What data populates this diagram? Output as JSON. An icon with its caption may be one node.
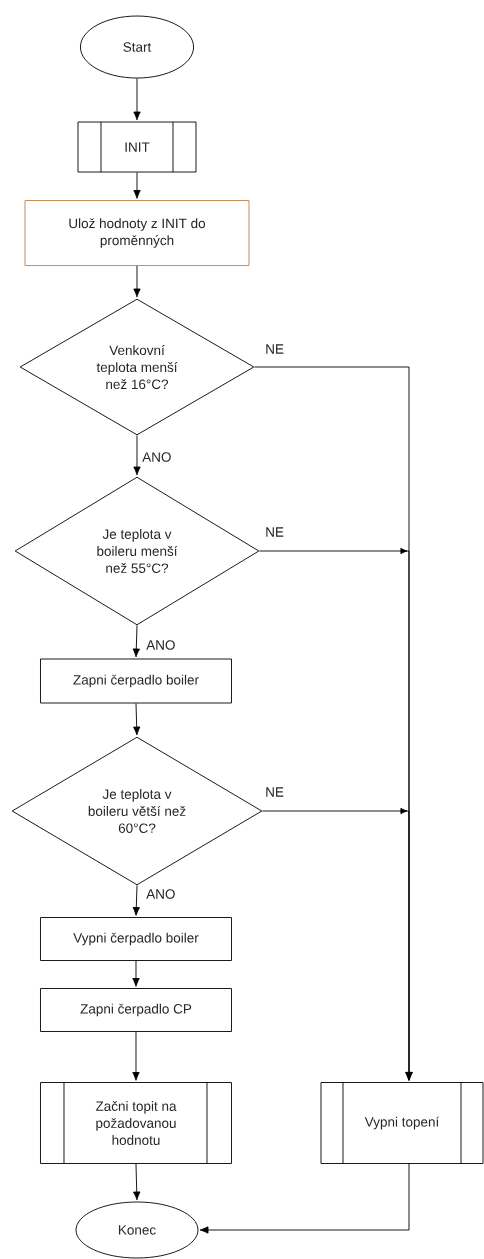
{
  "diagram": {
    "nodes": [
      {
        "text": [
          "Start"
        ]
      },
      {
        "text": [
          "INIT"
        ]
      },
      {
        "text": [
          "Ulož hodnoty z INIT do proměnných"
        ]
      },
      {
        "text": [
          "Venkovní teplota menší než 16°C?"
        ]
      },
      {
        "text": [
          "Je teplota v boileru menší než 55°C?"
        ]
      },
      {
        "text": [
          "Zapni čerpadlo boiler"
        ]
      },
      {
        "text": [
          "Je teplota v boileru větší než 60°C?"
        ]
      },
      {
        "text": [
          "Vypni čerpadlo boiler"
        ]
      },
      {
        "text": [
          "Zapni čerpadlo CP"
        ]
      },
      {
        "text": [
          "Začni topit na požadovanou hodnotu"
        ]
      },
      {
        "text": [
          "Vypni topení"
        ]
      },
      {
        "text": [
          "Konec"
        ]
      }
    ],
    "edges": [
      {
        "from": 0,
        "to": 1,
        "arrow": "to"
      },
      {
        "from": 1,
        "to": 2,
        "arrow": "to"
      },
      {
        "from": 2,
        "to": 3,
        "arrow": "to"
      },
      {
        "from": 3,
        "to": 10,
        "arrow": "to",
        "label": "NE"
      },
      {
        "from": 3,
        "to": 4,
        "arrow": "to",
        "label": "ANO"
      },
      {
        "from": 4,
        "to": 10,
        "arrow": "to",
        "label": "NE"
      },
      {
        "from": 4,
        "to": 5,
        "arrow": "to",
        "label": "ANO"
      },
      {
        "from": 5,
        "to": 6,
        "arrow": "to"
      },
      {
        "from": 6,
        "to": 10,
        "arrow": "to",
        "label": "NE"
      },
      {
        "from": 6,
        "to": 7,
        "arrow": "to",
        "label": "ANO"
      },
      {
        "from": 7,
        "to": 8,
        "arrow": "to"
      },
      {
        "from": 8,
        "to": 9,
        "arrow": "to"
      },
      {
        "from": 9,
        "to": 11,
        "arrow": "to"
      },
      {
        "from": 10,
        "to": 11,
        "arrow": "to"
      }
    ]
  }
}
